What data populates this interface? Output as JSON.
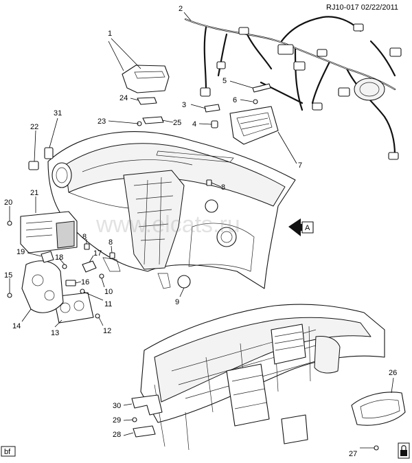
{
  "header": {
    "ref": "RJ10-017 02/22/2011"
  },
  "watermark": {
    "text": "www.elcats.ru"
  },
  "footer": {
    "tag": "bf"
  },
  "view_arrow": {
    "label": "A"
  },
  "callouts": [
    "1",
    "2",
    "3",
    "4",
    "5",
    "6",
    "7",
    "8",
    "8",
    "8",
    "9",
    "10",
    "11",
    "12",
    "13",
    "14",
    "15",
    "16",
    "17",
    "18",
    "19",
    "20",
    "21",
    "22",
    "23",
    "24",
    "25",
    "26",
    "27",
    "28",
    "29",
    "30",
    "31"
  ],
  "colors": {
    "line": "#111111",
    "fill": "#ffffff",
    "watermark": "#9a9a9a"
  },
  "icons": {
    "corner": "lock-icon",
    "view": "view-arrow-icon"
  }
}
